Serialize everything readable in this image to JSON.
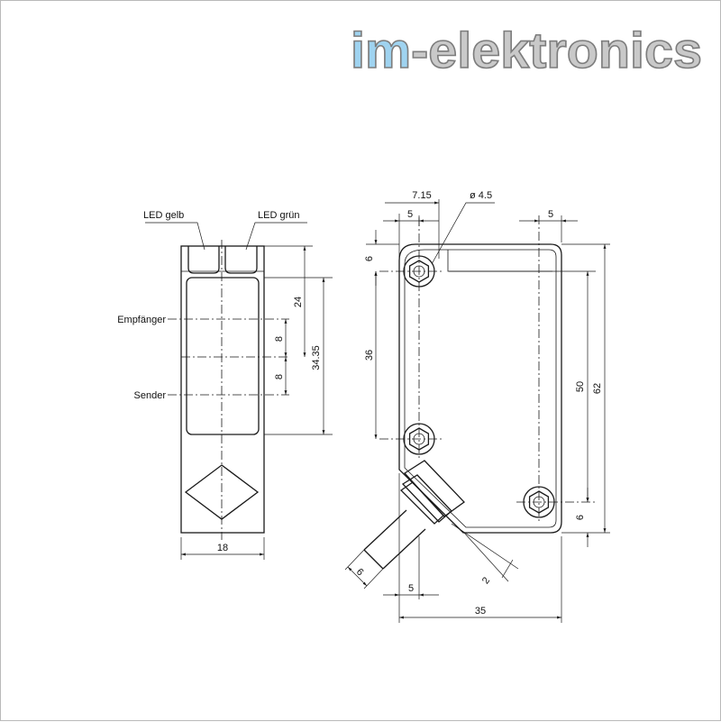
{
  "brand": {
    "prefix": "im",
    "dash": "-",
    "name": "elektronics",
    "colors": {
      "prefix": "#9fd3f0",
      "name": "#c9c9c9",
      "outline": "#7d7d7d"
    }
  },
  "labels": {
    "led_yellow": "LED gelb",
    "led_green": "LED grün",
    "receiver": "Empfänger",
    "sender": "Sender"
  },
  "dimensions": {
    "front_width": "18",
    "front_24": "24",
    "front_8a": "8",
    "front_8b": "8",
    "front_3435": "34.35",
    "side_715": "7.15",
    "side_hole": "ø 4.5",
    "side_5_top_left": "5",
    "side_5_top_right": "5",
    "side_6_top": "6",
    "side_36": "36",
    "side_50": "50",
    "side_62": "62",
    "side_6_bottom": "6",
    "cable_6": "6",
    "cable_2": "2",
    "side_5_bottom": "5",
    "side_35": "35"
  }
}
